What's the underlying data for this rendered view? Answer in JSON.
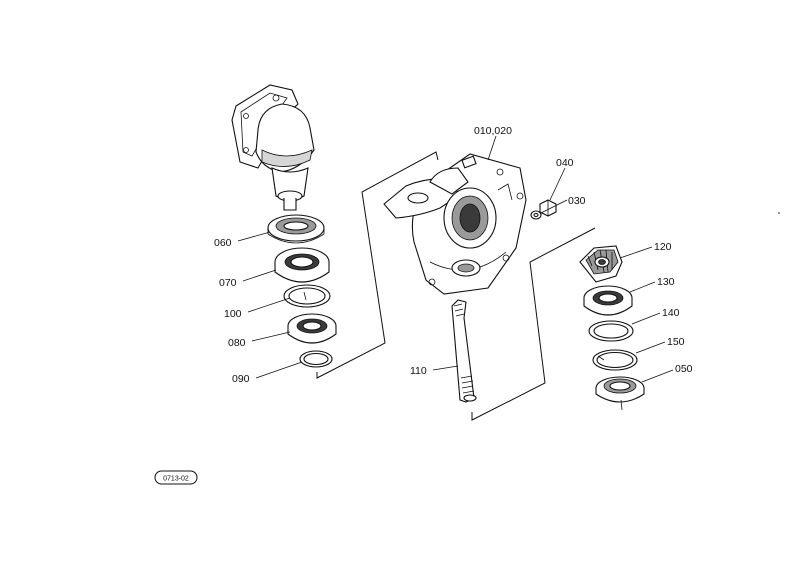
{
  "callouts": {
    "p010_020": "010,020",
    "p030": "030",
    "p040": "040",
    "p050": "050",
    "p060": "060",
    "p070": "070",
    "p080": "080",
    "p090": "090",
    "p100": "100",
    "p110": "110",
    "p120": "120",
    "p130": "130",
    "p140": "140",
    "p150": "150"
  },
  "reference_code": "0713-02"
}
